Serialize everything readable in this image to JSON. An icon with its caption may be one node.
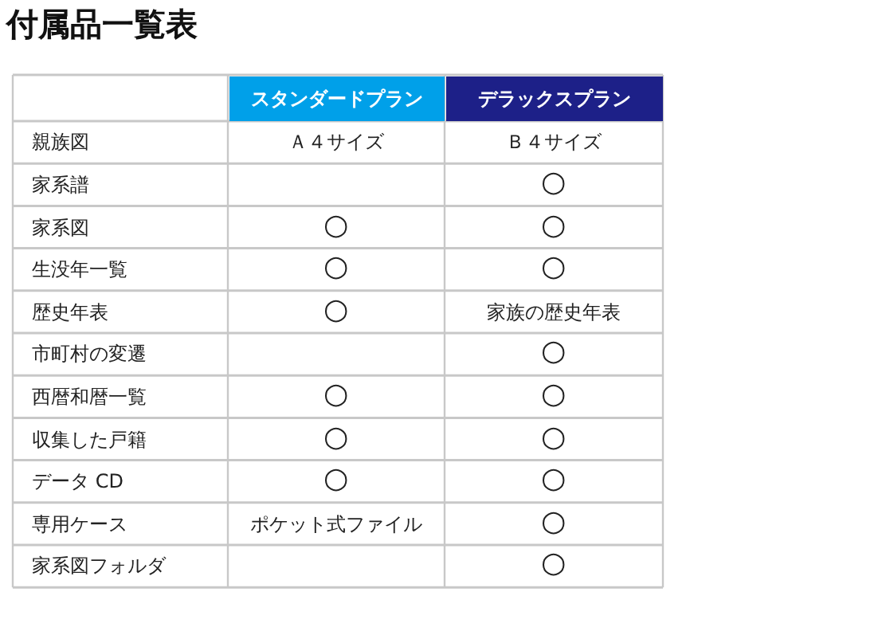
{
  "diagram": {
    "title": "付属品一覧表",
    "labels": [
      "スタンダードプラン",
      "デラックスプラン",
      "親族図",
      "Ａ４サイズ",
      "Ｂ４サイズ",
      "家系譜",
      "○",
      "家系図",
      "○",
      "○",
      "生没年一覧",
      "○",
      "○",
      "歴史年表",
      "○",
      "家族の歴史年表",
      "市町村の変遷",
      "○",
      "西暦和暦一覧",
      "○",
      "○",
      "収集した戸籍",
      "○",
      "○",
      "データ CD",
      "○",
      "○",
      "専用ケース",
      "ポケット式ファイル",
      "○",
      "家系図フォルダ",
      "○"
    ]
  }
}
